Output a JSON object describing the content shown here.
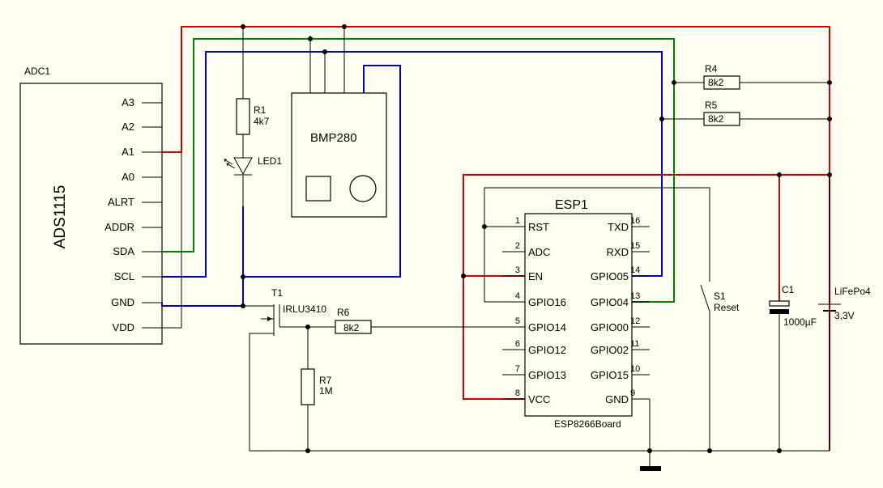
{
  "colors": {
    "background": "#fffff1",
    "vcc_wire": "#d40000",
    "sda_wire": "#008000",
    "scl_wire": "#0000cc",
    "wire": "#000000"
  },
  "adc": {
    "ref": "ADC1",
    "name": "ADS1115",
    "pins": [
      "A3",
      "A2",
      "A1",
      "A0",
      "ALRT",
      "ADDR",
      "SDA",
      "SCL",
      "GND",
      "VDD"
    ]
  },
  "sensor": {
    "name": "BMP280"
  },
  "r1": {
    "ref": "R1",
    "value": "4k7"
  },
  "led": {
    "ref": "LED1"
  },
  "r4": {
    "ref": "R4",
    "value": "8k2"
  },
  "r5": {
    "ref": "R5",
    "value": "8k2"
  },
  "r6": {
    "ref": "R6",
    "value": "8k2"
  },
  "r7": {
    "ref": "R7",
    "value": "1M"
  },
  "t1": {
    "ref": "T1",
    "part": "IRLU3410"
  },
  "esp": {
    "ref": "ESP1",
    "board": "ESP8266Board",
    "left_pins": [
      {
        "num": "1",
        "name": "RST"
      },
      {
        "num": "2",
        "name": "ADC"
      },
      {
        "num": "3",
        "name": "EN"
      },
      {
        "num": "4",
        "name": "GPIO16"
      },
      {
        "num": "5",
        "name": "GPIO14"
      },
      {
        "num": "6",
        "name": "GPIO12"
      },
      {
        "num": "7",
        "name": "GPIO13"
      },
      {
        "num": "8",
        "name": "VCC"
      }
    ],
    "right_pins": [
      {
        "num": "16",
        "name": "TXD"
      },
      {
        "num": "15",
        "name": "RXD"
      },
      {
        "num": "14",
        "name": "GPIO05"
      },
      {
        "num": "13",
        "name": "GPIO04"
      },
      {
        "num": "12",
        "name": "GPIO00"
      },
      {
        "num": "11",
        "name": "GPIO02"
      },
      {
        "num": "10",
        "name": "GPIO15"
      },
      {
        "num": "9",
        "name": "GND"
      }
    ]
  },
  "s1": {
    "ref": "S1",
    "label": "Reset"
  },
  "c1": {
    "ref": "C1",
    "value": "1000µF"
  },
  "battery": {
    "name": "LiFePo4",
    "voltage": "3,3V"
  }
}
